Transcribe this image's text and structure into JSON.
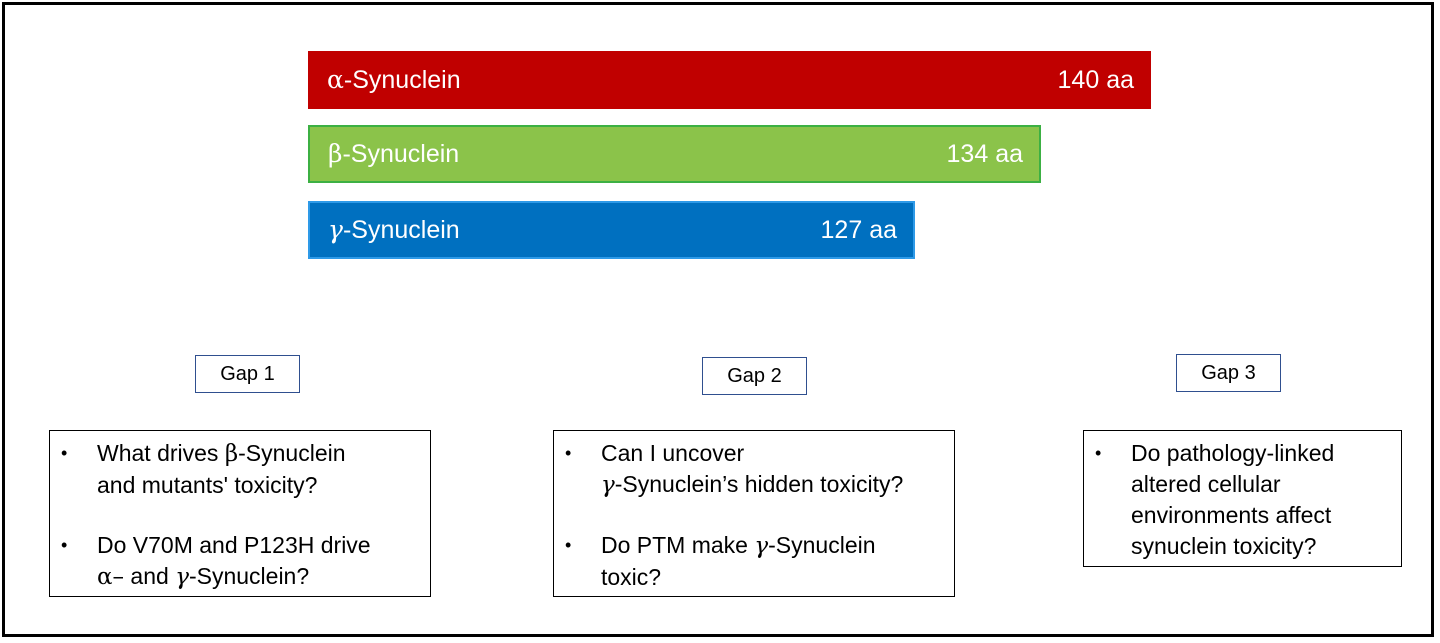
{
  "bars": {
    "alpha": {
      "greek": "α",
      "name": "-Synuclein",
      "length": "140 aa",
      "color": "#c00000"
    },
    "beta": {
      "greek": "β",
      "name": "-Synuclein",
      "length": "134 aa",
      "color": "#8bc34a"
    },
    "gamma": {
      "greek": "γ",
      "name": "-Synuclein",
      "length": "127 aa",
      "color": "#0070c0"
    }
  },
  "gaps": [
    "Gap 1",
    "Gap 2",
    "Gap 3"
  ],
  "questions": {
    "gap1": {
      "q1": {
        "line1_pre": "What drives ",
        "line1_greek": "β",
        "line1_post": "-Synuclein",
        "line2": "and mutants' toxicity?"
      },
      "q2": {
        "line1": "Do V70M and P123H drive",
        "line2_greek1": "α–",
        "line2_mid": " and ",
        "line2_greek2": "γ",
        "line2_post": "-Synuclein?"
      }
    },
    "gap2": {
      "q1": {
        "line1": "Can I uncover",
        "line2_greek": "γ",
        "line2_post": "-Synuclein’s hidden toxicity?"
      },
      "q2": {
        "line1_pre": "Do PTM make ",
        "line1_greek": "γ",
        "line1_post": "-Synuclein",
        "line2": "toxic?"
      }
    },
    "gap3": {
      "q1": {
        "line1": "Do pathology-linked",
        "line2": "altered cellular",
        "line3": "environments affect",
        "line4": "synuclein toxicity?"
      }
    }
  },
  "bullet": "•"
}
